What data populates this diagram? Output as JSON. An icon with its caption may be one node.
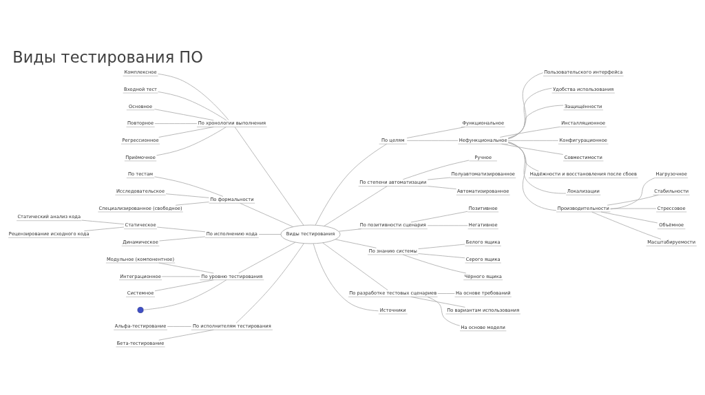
{
  "diagram": {
    "title": "Виды тестирования ПО",
    "nodes": [
      {
        "text": [
          "Виды тестирования"
        ]
      },
      {
        "text": [
          "По хронологии выполнения"
        ]
      },
      {
        "text": [
          "Комплексное"
        ]
      },
      {
        "text": [
          "Входной тест"
        ]
      },
      {
        "text": [
          "Основное"
        ]
      },
      {
        "text": [
          "Повторное"
        ]
      },
      {
        "text": [
          "Регрессионное"
        ]
      },
      {
        "text": [
          "Приёмочное"
        ]
      },
      {
        "text": [
          "По формальности"
        ]
      },
      {
        "text": [
          "По тестам"
        ]
      },
      {
        "text": [
          "Исследовательское"
        ]
      },
      {
        "text": [
          "Специализированное (свободное)"
        ]
      },
      {
        "text": [
          "По исполнению кода"
        ]
      },
      {
        "text": [
          "Статическое"
        ]
      },
      {
        "text": [
          "Статический анализ кода"
        ]
      },
      {
        "text": [
          "Рецензирование исходного кода"
        ]
      },
      {
        "text": [
          "Динамическое"
        ]
      },
      {
        "text": [
          "По уровню тестирования"
        ]
      },
      {
        "text": [
          "Модульное (компонентное)"
        ]
      },
      {
        "text": [
          "Интеграционное"
        ]
      },
      {
        "text": [
          "Системное"
        ]
      },
      {
        "text": [],
        "shape": "circle"
      },
      {
        "text": [
          "По исполнителям тестирования"
        ]
      },
      {
        "text": [
          "Альфа-тестирование"
        ]
      },
      {
        "text": [
          "Бета-тестирование"
        ]
      },
      {
        "text": [
          "По целям"
        ]
      },
      {
        "text": [
          "Функциональное"
        ]
      },
      {
        "text": [
          "Нефункциональное"
        ]
      },
      {
        "text": [
          "Пользовательского интерфейса"
        ]
      },
      {
        "text": [
          "Удобства использования"
        ]
      },
      {
        "text": [
          "Защищённости"
        ]
      },
      {
        "text": [
          "Инсталляционное"
        ]
      },
      {
        "text": [
          "Конфигурационное"
        ]
      },
      {
        "text": [
          "Совместимости"
        ]
      },
      {
        "text": [
          "Надёжности и восстановления после сбоев"
        ]
      },
      {
        "text": [
          "Локализации"
        ]
      },
      {
        "text": [
          "Производительности"
        ]
      },
      {
        "text": [
          "Нагрузочное"
        ]
      },
      {
        "text": [
          "Стабильности"
        ]
      },
      {
        "text": [
          "Стрессовое"
        ]
      },
      {
        "text": [
          "Объёмное"
        ]
      },
      {
        "text": [
          "Масштабируемости"
        ]
      },
      {
        "text": [
          "По степени автоматизации"
        ]
      },
      {
        "text": [
          "Ручное"
        ]
      },
      {
        "text": [
          "Полуавтоматизированное"
        ]
      },
      {
        "text": [
          "Автоматизированное"
        ]
      },
      {
        "text": [
          "По позитивности сценария"
        ]
      },
      {
        "text": [
          "Позитивное"
        ]
      },
      {
        "text": [
          "Негативное"
        ]
      },
      {
        "text": [
          "По знанию системы"
        ]
      },
      {
        "text": [
          "Белого ящика"
        ]
      },
      {
        "text": [
          "Серого ящика"
        ]
      },
      {
        "text": [
          "Чёрного ящика"
        ]
      },
      {
        "text": [
          "По разработке тестовых сценариев"
        ]
      },
      {
        "text": [
          "На основе требований"
        ]
      },
      {
        "text": [
          "По вариантам использования"
        ]
      },
      {
        "text": [
          "На основе модели"
        ]
      },
      {
        "text": [
          "Источники"
        ]
      }
    ],
    "edges": [
      {
        "from": 1,
        "to": 0,
        "arrow": "none"
      },
      {
        "from": 2,
        "to": 1,
        "arrow": "none"
      },
      {
        "from": 3,
        "to": 1,
        "arrow": "none"
      },
      {
        "from": 4,
        "to": 1,
        "arrow": "none"
      },
      {
        "from": 5,
        "to": 1,
        "arrow": "none"
      },
      {
        "from": 6,
        "to": 1,
        "arrow": "none"
      },
      {
        "from": 7,
        "to": 1,
        "arrow": "none"
      },
      {
        "from": 8,
        "to": 0,
        "arrow": "none"
      },
      {
        "from": 9,
        "to": 8,
        "arrow": "none"
      },
      {
        "from": 10,
        "to": 8,
        "arrow": "none"
      },
      {
        "from": 11,
        "to": 8,
        "arrow": "none"
      },
      {
        "from": 12,
        "to": 0,
        "arrow": "none"
      },
      {
        "from": 13,
        "to": 12,
        "arrow": "none"
      },
      {
        "from": 14,
        "to": 13,
        "arrow": "none"
      },
      {
        "from": 15,
        "to": 13,
        "arrow": "none"
      },
      {
        "from": 16,
        "to": 12,
        "arrow": "none"
      },
      {
        "from": 17,
        "to": 0,
        "arrow": "none"
      },
      {
        "from": 18,
        "to": 17,
        "arrow": "none"
      },
      {
        "from": 19,
        "to": 17,
        "arrow": "none"
      },
      {
        "from": 20,
        "to": 17,
        "arrow": "none"
      },
      {
        "from": 21,
        "to": 17,
        "arrow": "none"
      },
      {
        "from": 22,
        "to": 0,
        "arrow": "none"
      },
      {
        "from": 23,
        "to": 22,
        "arrow": "none"
      },
      {
        "from": 24,
        "to": 22,
        "arrow": "none"
      },
      {
        "from": 0,
        "to": 25,
        "arrow": "none"
      },
      {
        "from": 25,
        "to": 26,
        "arrow": "none"
      },
      {
        "from": 25,
        "to": 27,
        "arrow": "none"
      },
      {
        "from": 27,
        "to": 28,
        "arrow": "none"
      },
      {
        "from": 27,
        "to": 29,
        "arrow": "none"
      },
      {
        "from": 27,
        "to": 30,
        "arrow": "none"
      },
      {
        "from": 27,
        "to": 31,
        "arrow": "none"
      },
      {
        "from": 27,
        "to": 32,
        "arrow": "none"
      },
      {
        "from": 27,
        "to": 33,
        "arrow": "none"
      },
      {
        "from": 27,
        "to": 34,
        "arrow": "none"
      },
      {
        "from": 27,
        "to": 35,
        "arrow": "none"
      },
      {
        "from": 27,
        "to": 36,
        "arrow": "none"
      },
      {
        "from": 36,
        "to": 37,
        "arrow": "none"
      },
      {
        "from": 36,
        "to": 38,
        "arrow": "none"
      },
      {
        "from": 36,
        "to": 39,
        "arrow": "none"
      },
      {
        "from": 36,
        "to": 40,
        "arrow": "none"
      },
      {
        "from": 36,
        "to": 41,
        "arrow": "none"
      },
      {
        "from": 0,
        "to": 42,
        "arrow": "none"
      },
      {
        "from": 42,
        "to": 43,
        "arrow": "none"
      },
      {
        "from": 42,
        "to": 44,
        "arrow": "none"
      },
      {
        "from": 42,
        "to": 45,
        "arrow": "none"
      },
      {
        "from": 0,
        "to": 46,
        "arrow": "none"
      },
      {
        "from": 46,
        "to": 47,
        "arrow": "none"
      },
      {
        "from": 46,
        "to": 48,
        "arrow": "none"
      },
      {
        "from": 0,
        "to": 49,
        "arrow": "none"
      },
      {
        "from": 49,
        "to": 50,
        "arrow": "none"
      },
      {
        "from": 49,
        "to": 51,
        "arrow": "none"
      },
      {
        "from": 49,
        "to": 52,
        "arrow": "none"
      },
      {
        "from": 0,
        "to": 53,
        "arrow": "none"
      },
      {
        "from": 53,
        "to": 54,
        "arrow": "none"
      },
      {
        "from": 53,
        "to": 55,
        "arrow": "none"
      },
      {
        "from": 53,
        "to": 56,
        "arrow": "none"
      },
      {
        "from": 0,
        "to": 57,
        "arrow": "none"
      }
    ]
  }
}
